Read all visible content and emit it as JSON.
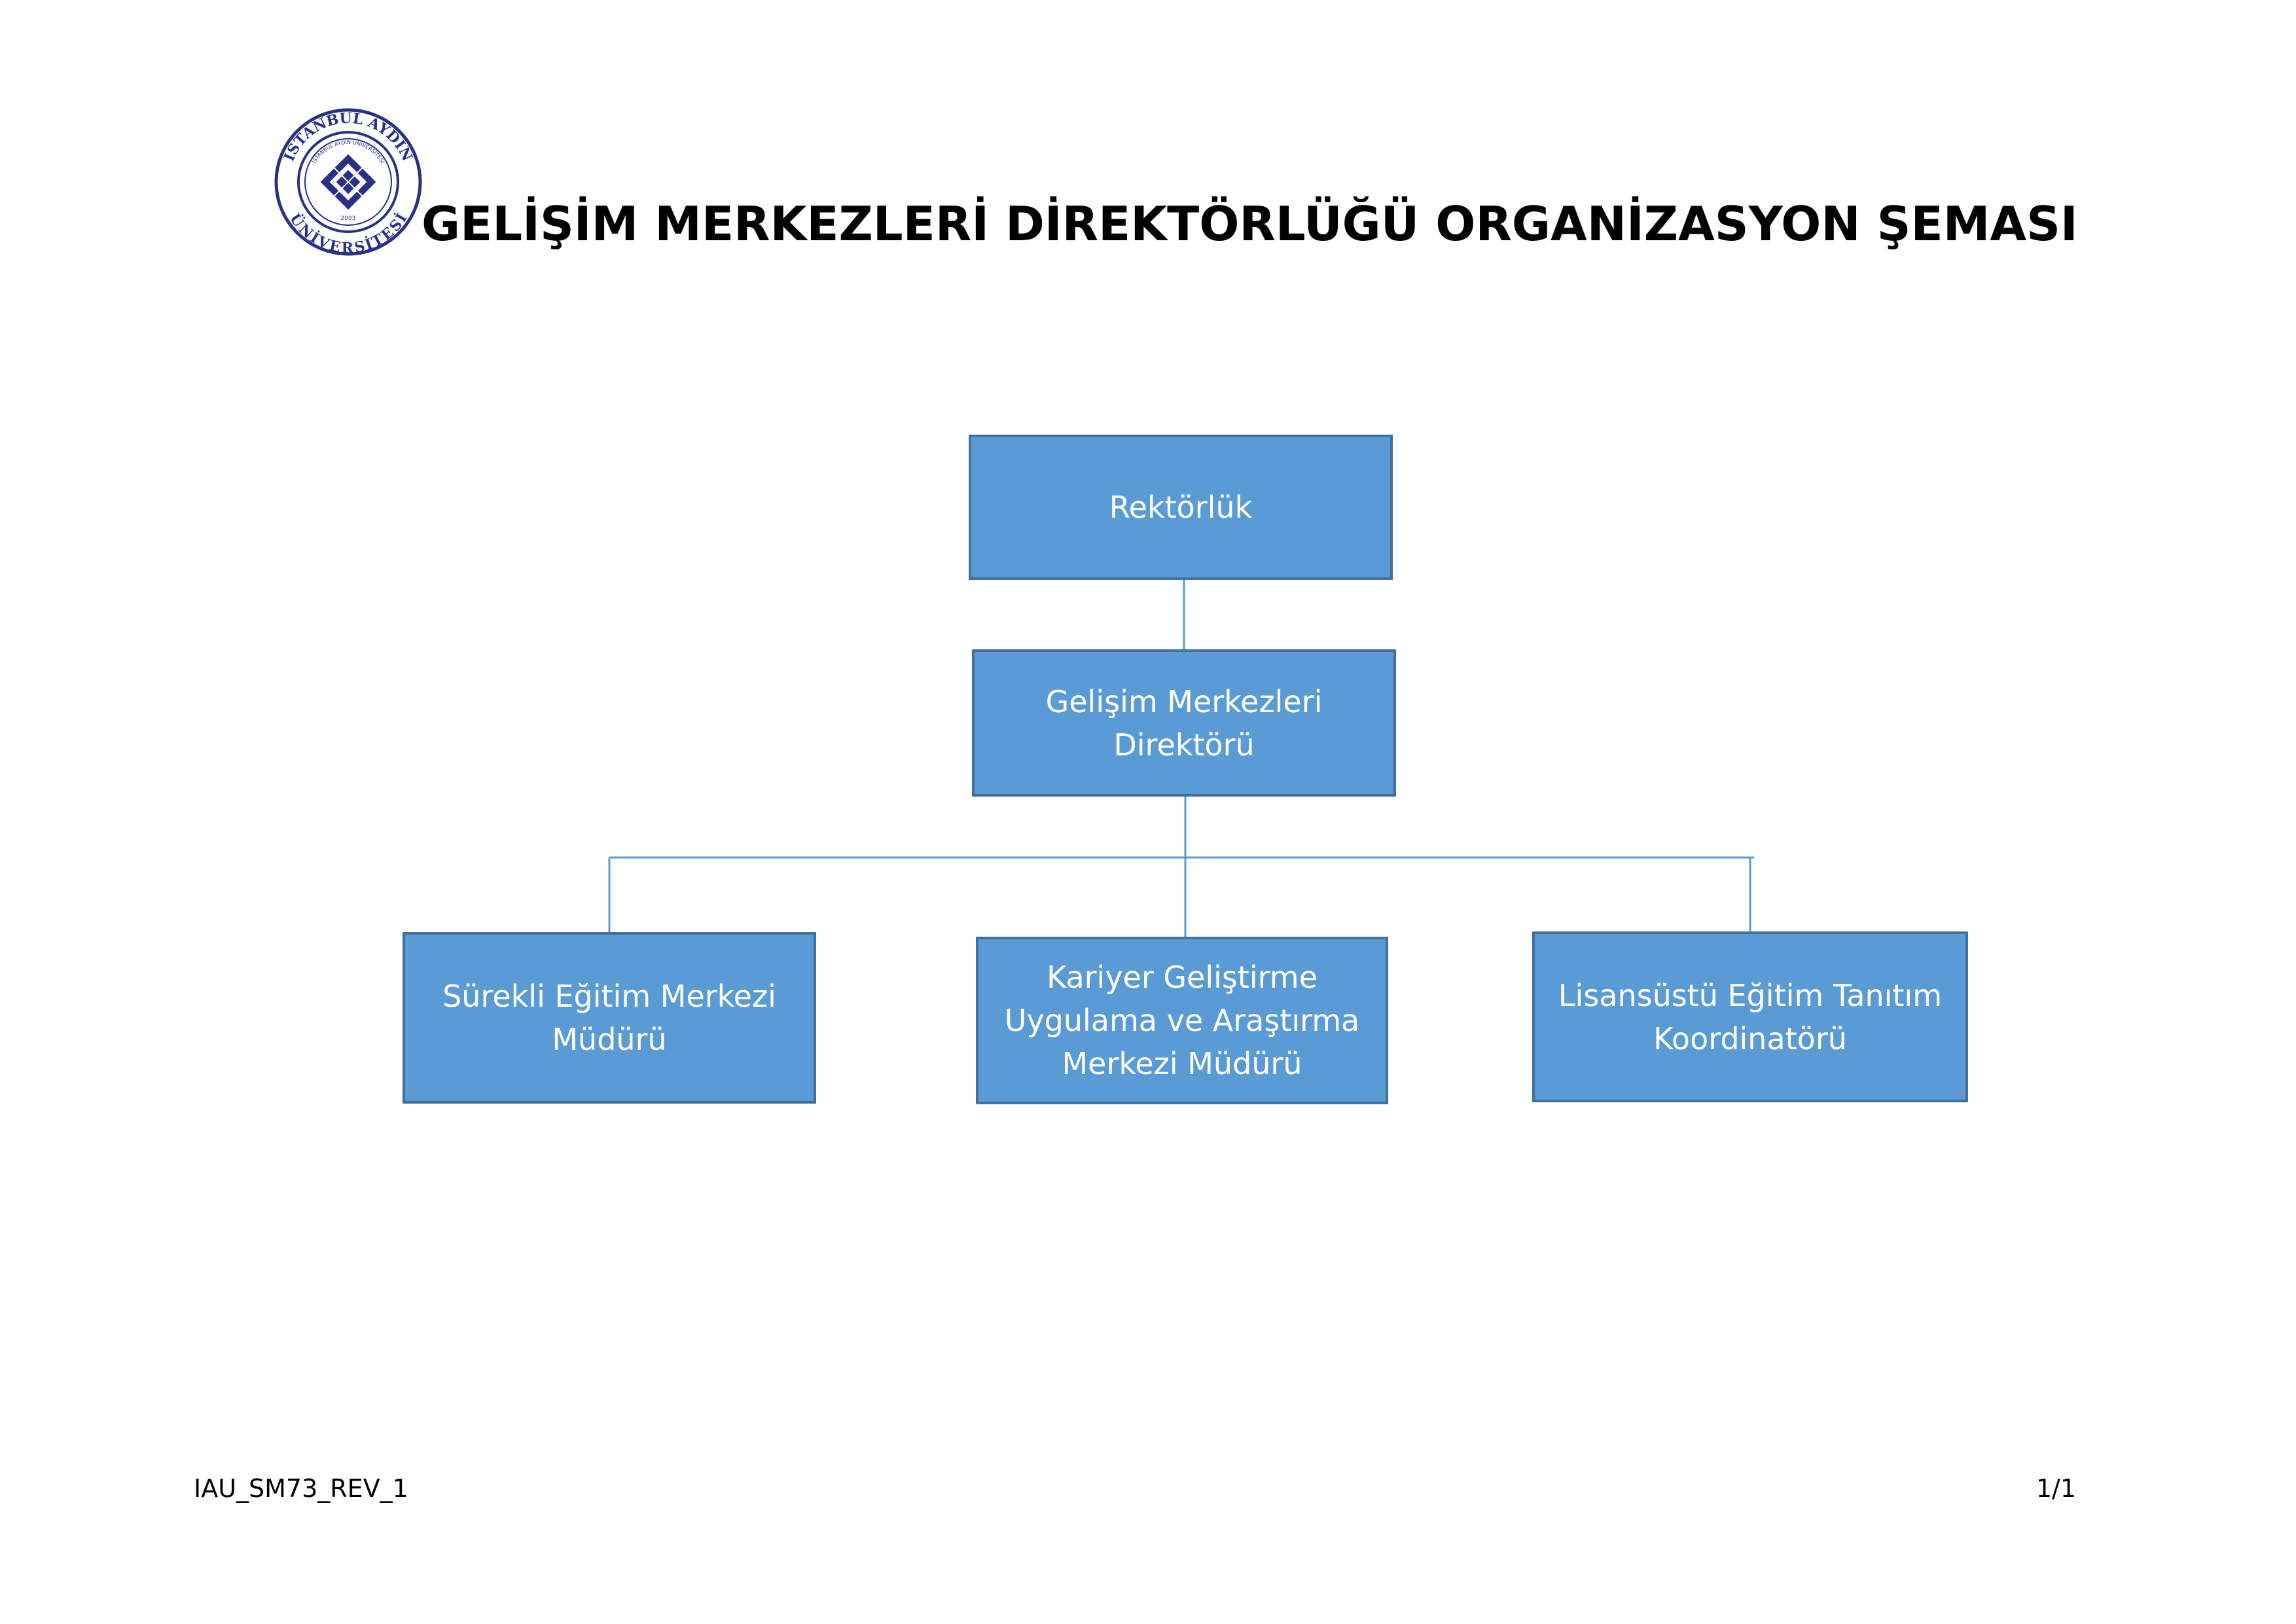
{
  "logo": {
    "ring_top_text": "İSTANBUL AYDIN",
    "ring_bottom_text": "ÜNİVERSİTESİ",
    "inner_text": "İSTANBUL AYDIN ÜNİVERSİTESİ",
    "year": "2003",
    "colors": {
      "ring": "#2a2f88",
      "diamond": "#2a2f88"
    }
  },
  "title": "GELİŞİM MERKEZLERİ DİREKTÖRLÜĞÜ ORGANİZASYON ŞEMASI",
  "org": {
    "top": {
      "lines": [
        "Rektörlük"
      ]
    },
    "director": {
      "lines": [
        "Gelişim Merkezleri",
        "Direktörü"
      ]
    },
    "children": [
      {
        "lines": [
          "Sürekli Eğitim Merkezi",
          "Müdürü"
        ]
      },
      {
        "lines": [
          "Kariyer Geliştirme",
          "Uygulama ve Araştırma",
          "Merkezi Müdürü"
        ]
      },
      {
        "lines": [
          "Lisansüstü Eğitim Tanıtım",
          "Koordinatörü"
        ]
      }
    ]
  },
  "colors": {
    "box_fill": "#5b9bd5",
    "box_border": "#41719c",
    "connector": "#5b9bd5",
    "box_text": "#ffffff"
  },
  "footer": {
    "doc_code": "IAU_SM73_REV_1",
    "page": "1/1"
  }
}
